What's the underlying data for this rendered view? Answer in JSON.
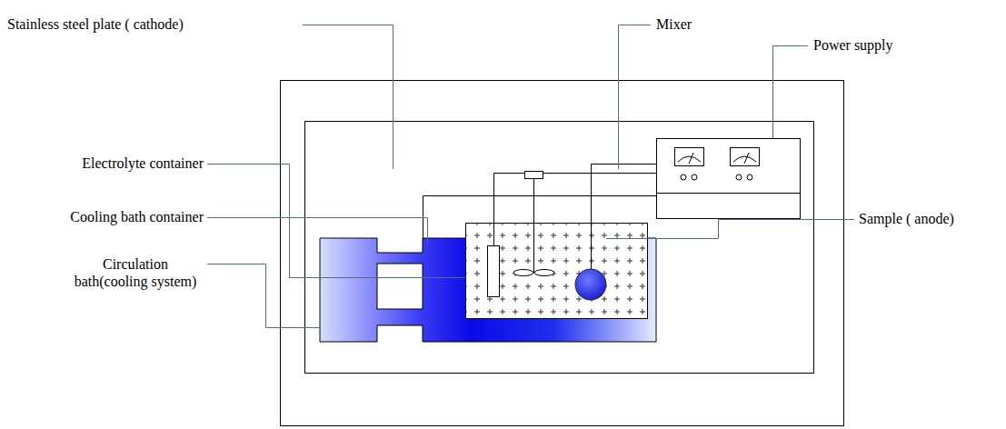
{
  "diagram": {
    "labels": [
      "Stainless steel plate ( cathode)",
      "Mixer",
      "Power supply",
      "Electrolyte container",
      "Sample ( anode)",
      "Cooling bath container",
      "Circulation bath(cooling system)"
    ]
  }
}
